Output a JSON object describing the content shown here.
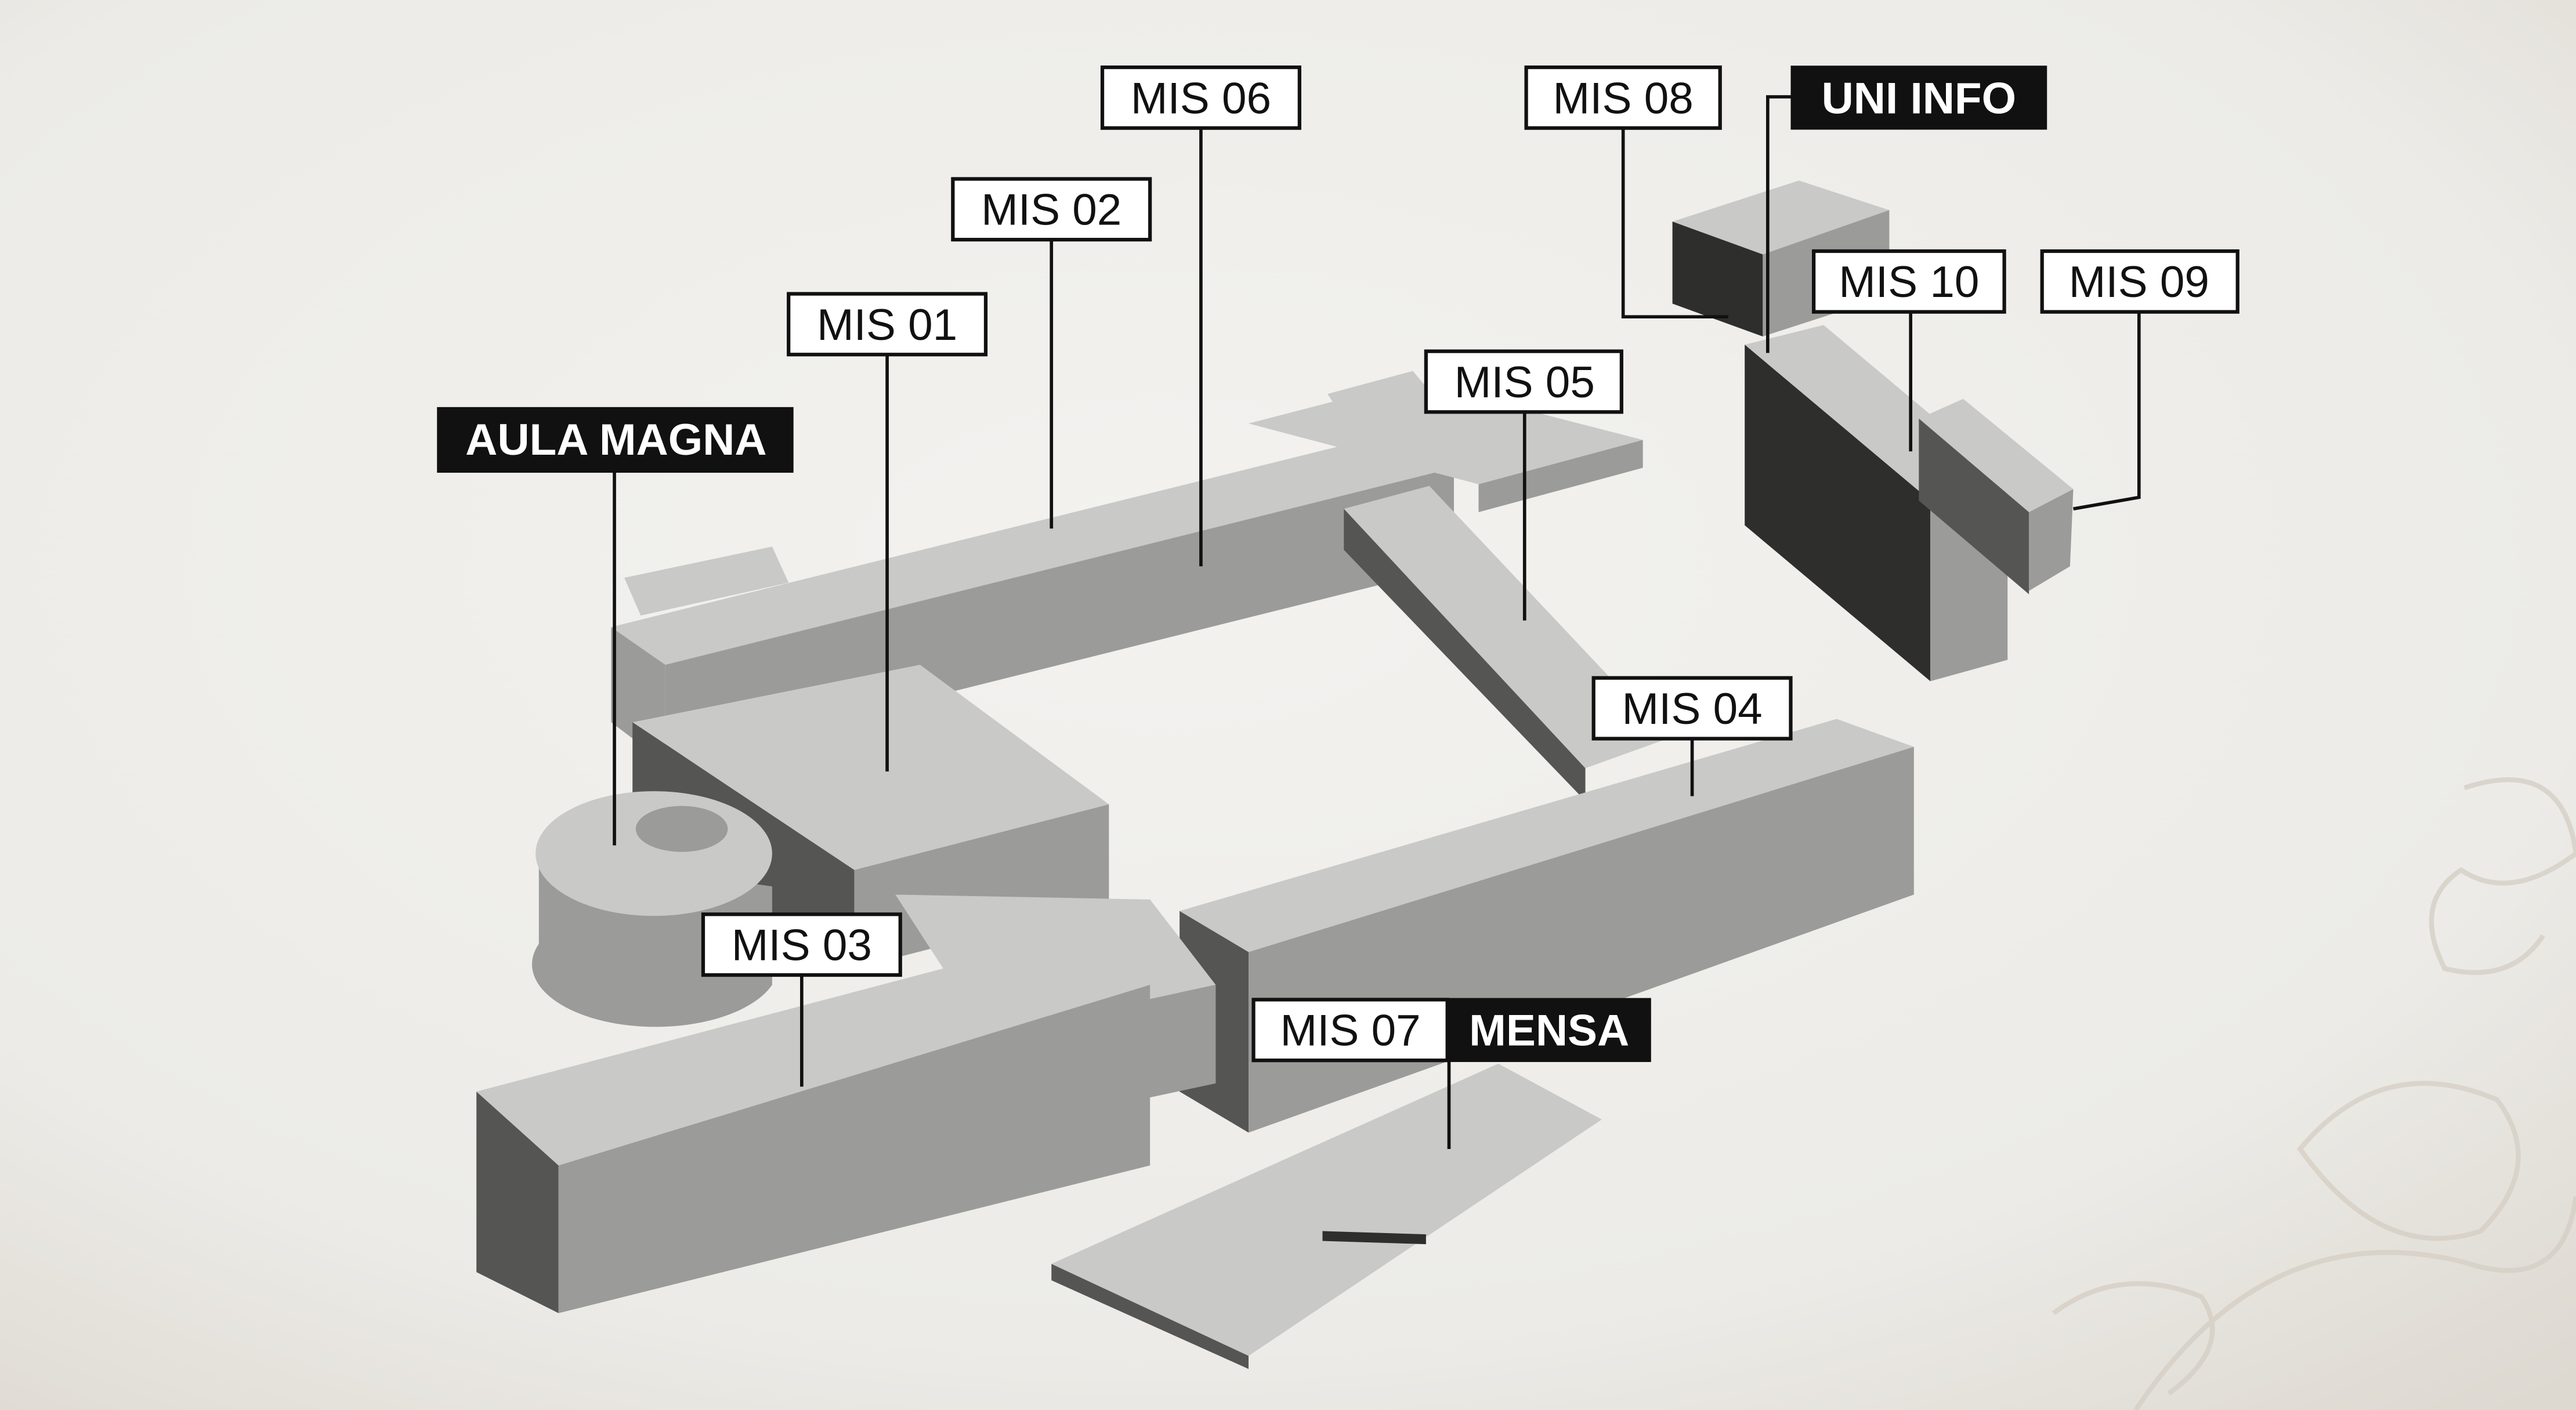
{
  "map": {
    "title": "Campus building map",
    "labels": {
      "mis06": "MIS 06",
      "mis08": "MIS 08",
      "uni_info": "UNI INFO",
      "mis02": "MIS 02",
      "mis10": "MIS 10",
      "mis09": "MIS 09",
      "mis01": "MIS 01",
      "mis05": "MIS 05",
      "aula_magna": "AULA MAGNA",
      "mis04": "MIS 04",
      "mis03": "MIS 03",
      "mis07": "MIS 07",
      "mensa": "MENSA"
    },
    "colors": {
      "highlight_label_bg": "#111111",
      "label_bg": "#ffffff",
      "background": "#eeece8"
    }
  }
}
